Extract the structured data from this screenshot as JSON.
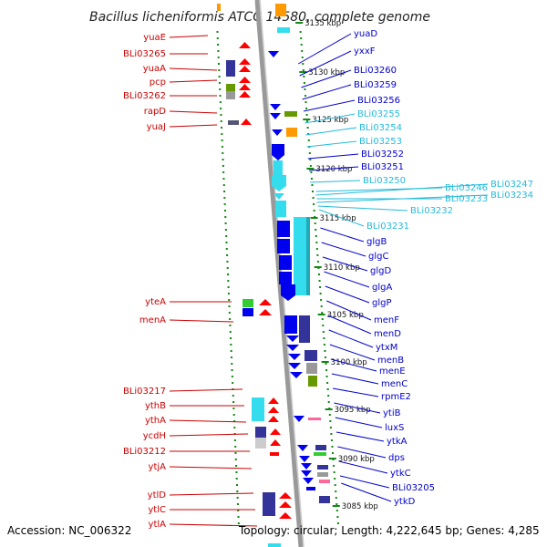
{
  "title": "Bacillus licheniformis ATCC 14580, complete genome",
  "accession": "Accession: NC_006322",
  "summary": "Topology: circular; Length: 4,222,645 bp; Genes: 4,285",
  "colors": {
    "reverse_label": "#cc0000",
    "forward_label": "#0000cc",
    "cyan_label": "#22bbdd",
    "red": "#ff0000",
    "blue": "#0000ee",
    "cyan": "#33ddee",
    "navy": "#333399",
    "orange": "#ff9900",
    "green": "#33cc33",
    "olive": "#669900",
    "gray": "#999999",
    "pink": "#ff6699",
    "ring": "#999999",
    "dots": "#118811"
  },
  "kbp_ticks": [
    "3135 kbp",
    "3130 kbp",
    "3125 kbp",
    "3120 kbp",
    "3115 kbp",
    "3110 kbp",
    "3105 kbp",
    "3100 kbp",
    "3095 kbp",
    "3090 kbp",
    "3085 kbp"
  ],
  "reverse_labels": [
    "yuaE",
    "BLi03265",
    "yuaA",
    "pcp",
    "BLi03262",
    "rapD",
    "yuaJ",
    "yteA",
    "menA",
    "BLi03217",
    "ythB",
    "ythA",
    "ycdH",
    "BLi03212",
    "ytjA",
    "ytlD",
    "ytlC",
    "ytlA"
  ],
  "forward_labels": [
    "yuaD",
    "yxxF",
    "BLi03260",
    "BLi03259",
    "BLi03256",
    "BLi03255",
    "BLi03254",
    "BLi03253",
    "BLi03252",
    "BLi03251",
    "BLi03250",
    "BLi03246",
    "BLi03247",
    "BLi03233",
    "BLi03234",
    "BLi03232",
    "BLi03231",
    "glgB",
    "glgC",
    "glgD",
    "glgA",
    "glgP",
    "menF",
    "menD",
    "ytxM",
    "menB",
    "menE",
    "menC",
    "rpmE2",
    "ytiB",
    "luxS",
    "ytkA",
    "dps",
    "ytkC",
    "BLi03205",
    "ytkD"
  ]
}
